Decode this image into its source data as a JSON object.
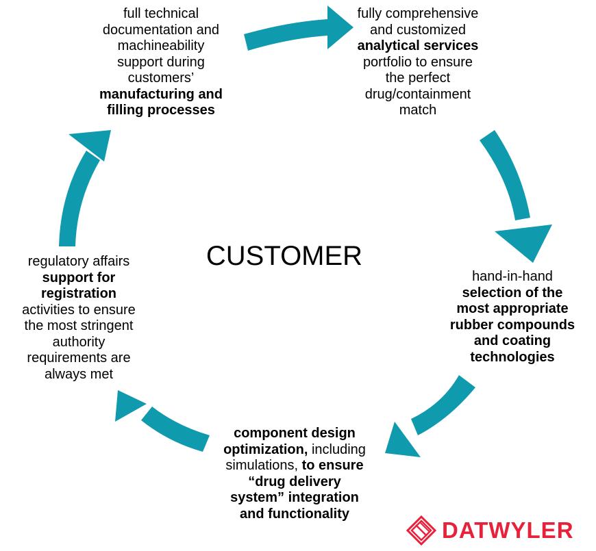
{
  "center_label": "CUSTOMER",
  "colors": {
    "arrow": "#0f9aad",
    "brand": "#e8213b"
  },
  "nodes": [
    {
      "id": "top-left",
      "lines": [
        [
          {
            "t": "full technical",
            "b": false
          }
        ],
        [
          {
            "t": "documentation and",
            "b": false
          }
        ],
        [
          {
            "t": "machineability",
            "b": false
          }
        ],
        [
          {
            "t": "support during",
            "b": false
          }
        ],
        [
          {
            "t": "customers’",
            "b": false
          }
        ],
        [
          {
            "t": "manufacturing and",
            "b": true
          }
        ],
        [
          {
            "t": "filling processes",
            "b": true
          }
        ]
      ]
    },
    {
      "id": "top-right",
      "lines": [
        [
          {
            "t": "fully comprehensive",
            "b": false
          }
        ],
        [
          {
            "t": "and customized",
            "b": false
          }
        ],
        [
          {
            "t": "analytical services",
            "b": true
          }
        ],
        [
          {
            "t": "portfolio to ensure",
            "b": false
          }
        ],
        [
          {
            "t": "the perfect",
            "b": false
          }
        ],
        [
          {
            "t": "drug/containment",
            "b": false
          }
        ],
        [
          {
            "t": "match",
            "b": false
          }
        ]
      ]
    },
    {
      "id": "right",
      "lines": [
        [
          {
            "t": "hand-in-hand",
            "b": false
          }
        ],
        [
          {
            "t": "selection of the",
            "b": true
          }
        ],
        [
          {
            "t": "most appropriate",
            "b": true
          }
        ],
        [
          {
            "t": "rubber compounds",
            "b": true
          }
        ],
        [
          {
            "t": "and coating",
            "b": true
          }
        ],
        [
          {
            "t": "technologies",
            "b": true
          }
        ]
      ]
    },
    {
      "id": "bottom",
      "lines": [
        [
          {
            "t": "component design",
            "b": true
          }
        ],
        [
          {
            "t": "optimization,",
            "b": true
          },
          {
            "t": " including",
            "b": false
          }
        ],
        [
          {
            "t": "simulations, ",
            "b": false
          },
          {
            "t": "to ensure",
            "b": true
          }
        ],
        [
          {
            "t": "“drug delivery",
            "b": true
          }
        ],
        [
          {
            "t": "system” integration",
            "b": true
          }
        ],
        [
          {
            "t": "and functionality",
            "b": true
          }
        ]
      ]
    },
    {
      "id": "left",
      "lines": [
        [
          {
            "t": "regulatory affairs",
            "b": false
          }
        ],
        [
          {
            "t": "support for",
            "b": true
          }
        ],
        [
          {
            "t": "registration",
            "b": true
          }
        ],
        [
          {
            "t": "activities to ensure",
            "b": false
          }
        ],
        [
          {
            "t": "the most stringent",
            "b": false
          }
        ],
        [
          {
            "t": "authority",
            "b": false
          }
        ],
        [
          {
            "t": "requirements are",
            "b": false
          }
        ],
        [
          {
            "t": "always met",
            "b": false
          }
        ]
      ]
    }
  ],
  "logo": {
    "text": "DATWYLER",
    "icon": "datwyler-diamond-logo-icon"
  }
}
